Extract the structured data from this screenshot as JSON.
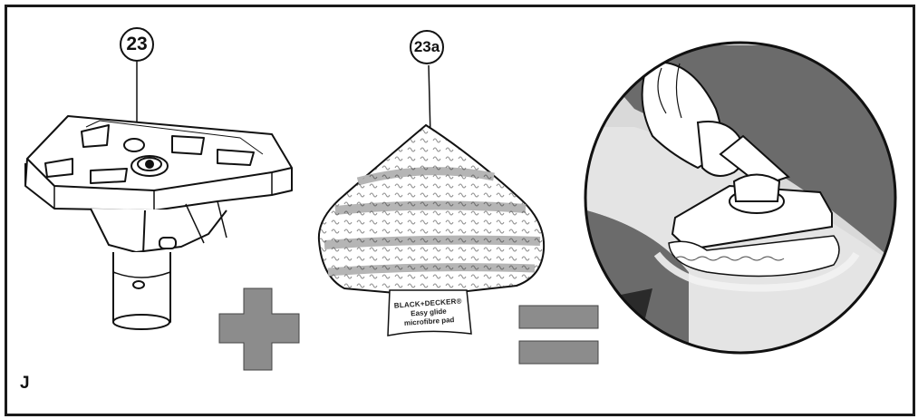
{
  "panel": {
    "letter": "J"
  },
  "callouts": [
    {
      "number": "23",
      "target": "mop-head-base"
    },
    {
      "number": "23a",
      "target": "microfibre-pad"
    }
  ],
  "pad_tag": {
    "brand": "BLACK+DECKER®",
    "line2": "Easy glide",
    "line3": "microfibre pad"
  },
  "symbols": [
    "plus-sign",
    "equals-sign"
  ],
  "colors": {
    "frame": "#1a1a1a",
    "symbol_gray": "#8c8c8c",
    "floor_dark": "#6b6b6b",
    "floor_light": "#d9d9d9"
  }
}
